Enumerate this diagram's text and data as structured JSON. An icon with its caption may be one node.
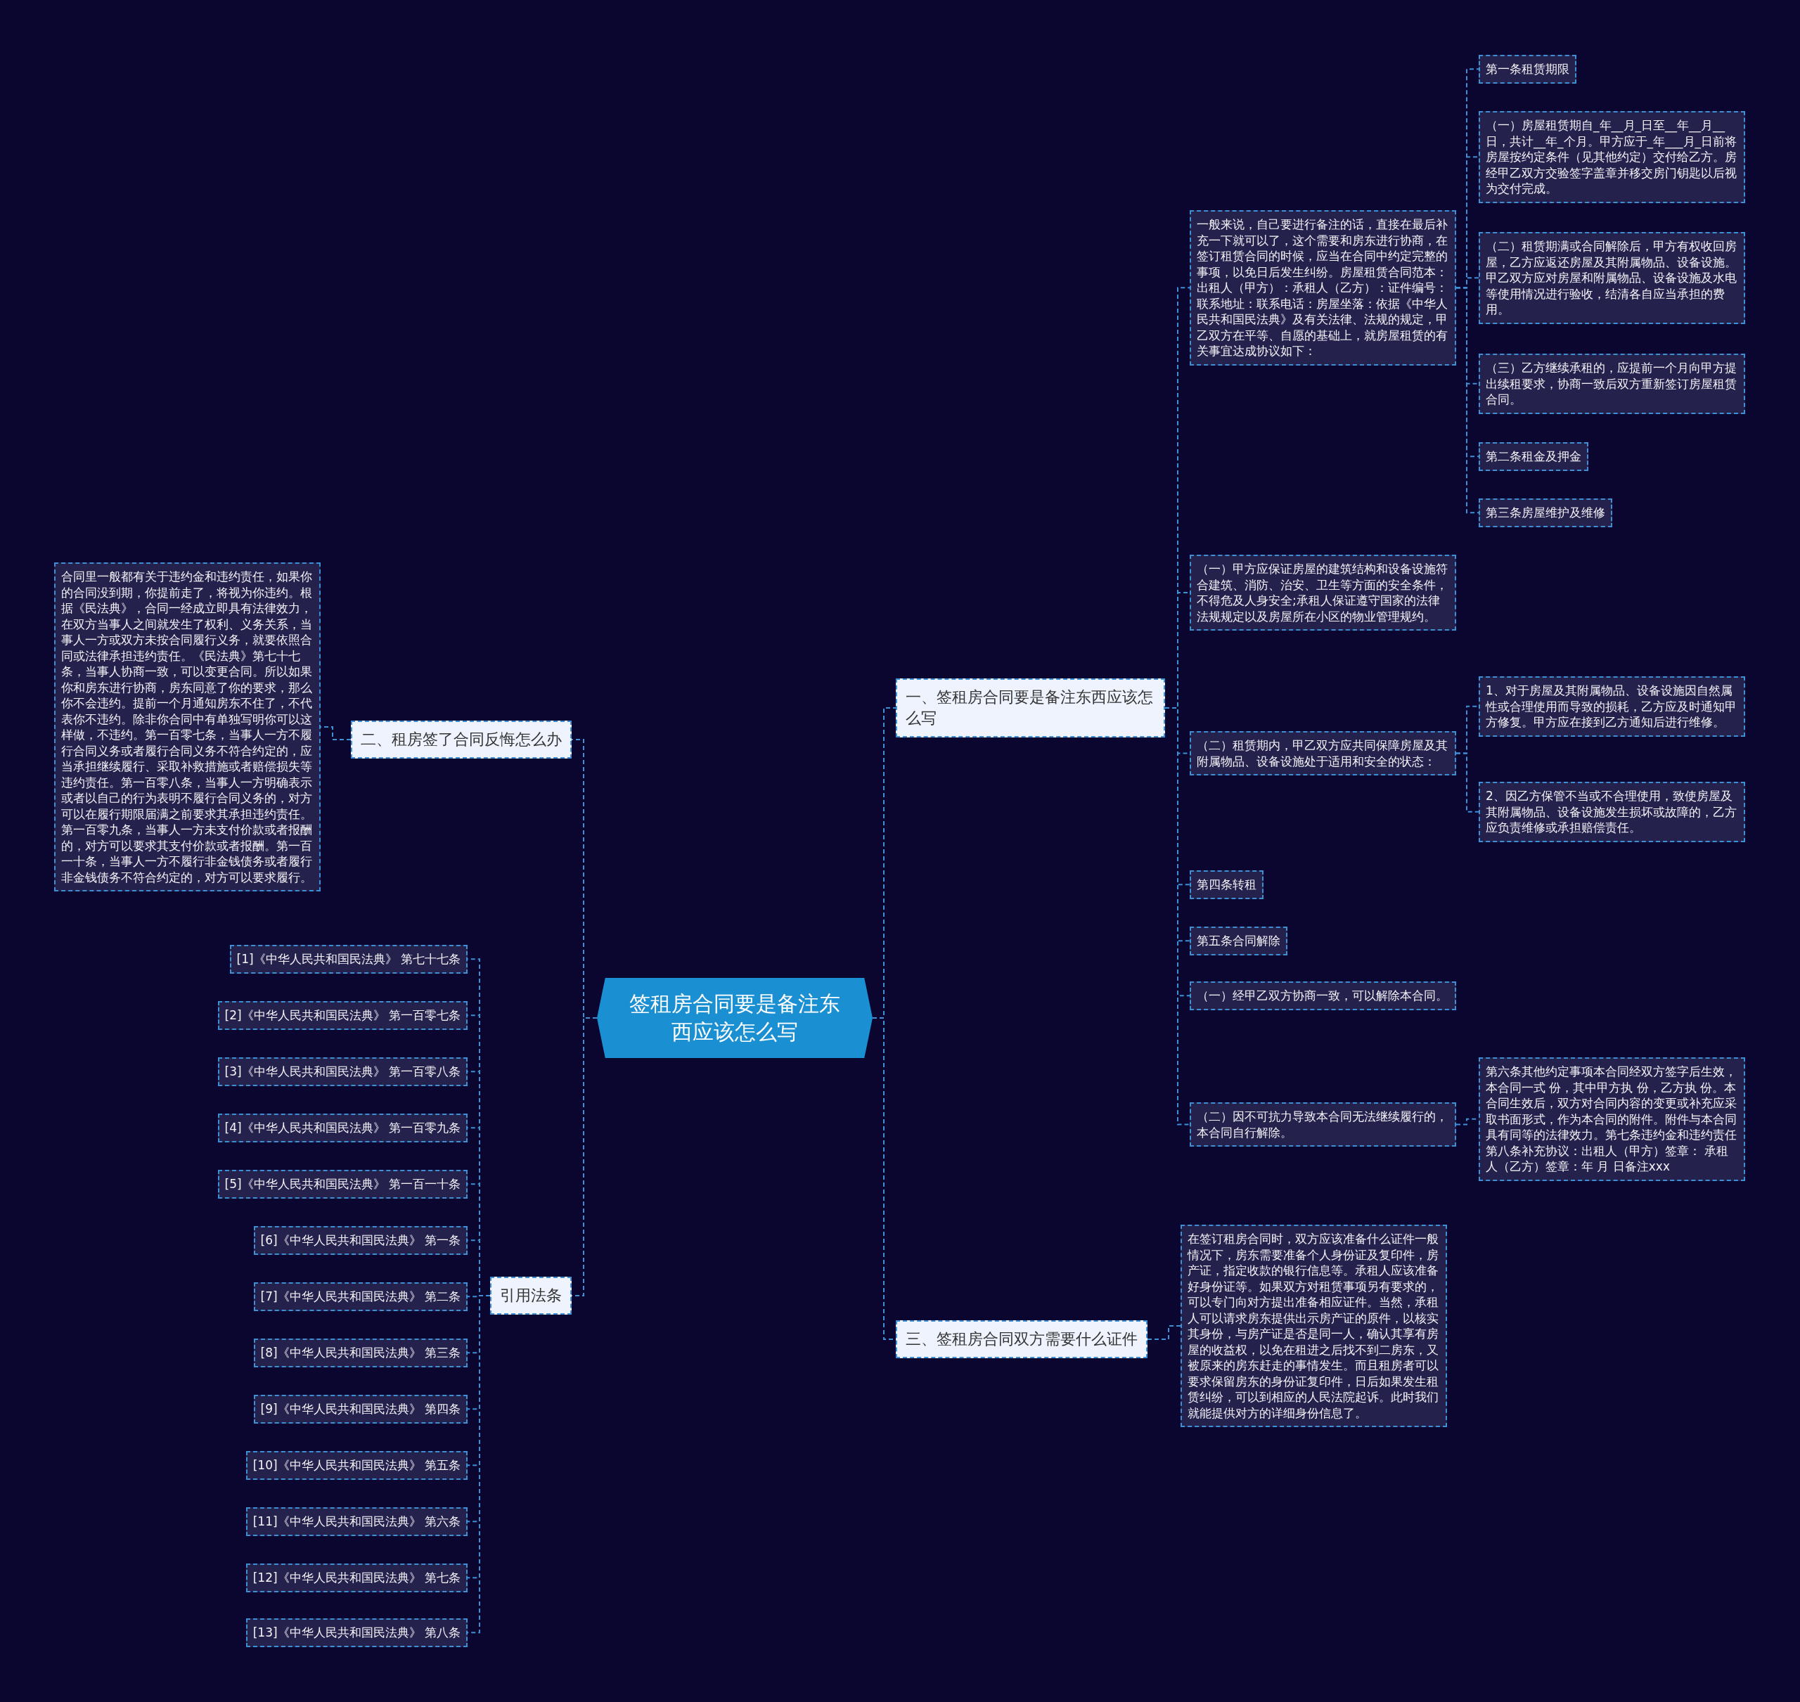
{
  "diagram": {
    "nodes": [
      {
        "text": [
          "签租房合同要是备注东西应该怎么写"
        ]
      },
      {
        "text": [
          "一、签租房合同要是备注东西应该怎么写"
        ]
      },
      {
        "text": [
          "一般来说，自己要进行备注的话，直接在最后补充一下就可以了，这个需要和房东进行协商，在签订租赁合同的时候，应当在合同中约定完整的事项，以免日后发生纠纷。房屋租赁合同范本：出租人（甲方）：承租人（乙方）：证件编号：联系地址：联系电话：房屋坐落：依据《中华人民共和国民法典》及有关法律、法规的规定，甲乙双方在平等、自愿的基础上，就房屋租赁的有关事宜达成协议如下："
        ]
      },
      {
        "text": [
          "第一条租赁期限"
        ]
      },
      {
        "text": [
          "（一）房屋租赁期自_年__月_日至__年__月__日，共计__年_个月。甲方应于_年___月_日前将房屋按约定条件（见其他约定）交付给乙方。房经甲乙双方交验签字盖章并移交房门钥匙以后视为交付完成。"
        ]
      },
      {
        "text": [
          "（二）租赁期满或合同解除后，甲方有权收回房屋，乙方应返还房屋及其附属物品、设备设施。甲乙双方应对房屋和附属物品、设备设施及水电等使用情况进行验收，结清各自应当承担的费用。"
        ]
      },
      {
        "text": [
          "（三）乙方继续承租的，应提前一个月向甲方提出续租要求，协商一致后双方重新签订房屋租赁合同。"
        ]
      },
      {
        "text": [
          "第二条租金及押金"
        ]
      },
      {
        "text": [
          "第三条房屋维护及维修"
        ]
      },
      {
        "text": [
          "（一）甲方应保证房屋的建筑结构和设备设施符合建筑、消防、治安、卫生等方面的安全条件，不得危及人身安全;承租人保证遵守国家的法律法规规定以及房屋所在小区的物业管理规约。"
        ]
      },
      {
        "text": [
          "（二）租赁期内，甲乙双方应共同保障房屋及其附属物品、设备设施处于适用和安全的状态："
        ]
      },
      {
        "text": [
          "1、对于房屋及其附属物品、设备设施因自然属性或合理使用而导致的损耗，乙方应及时通知甲方修复。甲方应在接到乙方通知后进行维修。"
        ]
      },
      {
        "text": [
          "2、因乙方保管不当或不合理使用，致使房屋及其附属物品、设备设施发生损坏或故障的，乙方应负责维修或承担赔偿责任。"
        ]
      },
      {
        "text": [
          "第四条转租"
        ]
      },
      {
        "text": [
          "第五条合同解除"
        ]
      },
      {
        "text": [
          "（一）经甲乙双方协商一致，可以解除本合同。"
        ]
      },
      {
        "text": [
          "（二）因不可抗力导致本合同无法继续履行的，本合同自行解除。"
        ]
      },
      {
        "text": [
          "第六条其他约定事项本合同经双方签字后生效，本合同一式 份，其中甲方执 份，乙方执 份。本合同生效后，双方对合同内容的变更或补充应采取书面形式，作为本合同的附件。附件与本合同具有同等的法律效力。第七条违约金和违约责任第八条补充协议：出租人（甲方）签章： 承租人（乙方）签章：年 月 日备注xxx"
        ]
      },
      {
        "text": [
          "三、签租房合同双方需要什么证件"
        ]
      },
      {
        "text": [
          "在签订租房合同时，双方应该准备什么证件一般情况下，房东需要准备个人身份证及复印件，房产证，指定收款的银行信息等。承租人应该准备好身份证等。如果双方对租赁事项另有要求的，可以专门向对方提出准备相应证件。当然，承租人可以请求房东提供出示房产证的原件，以核实其身份，与房产证是否是同一人，确认其享有房屋的收益权，以免在租进之后找不到二房东，又被原来的房东赶走的事情发生。而且租房者可以要求保留房东的身份证复印件，日后如果发生租赁纠纷，可以到相应的人民法院起诉。此时我们就能提供对方的详细身份信息了。"
        ]
      },
      {
        "text": [
          "二、租房签了合同反悔怎么办"
        ]
      },
      {
        "text": [
          "合同里一般都有关于违约金和违约责任，如果你的合同没到期，你提前走了，将视为你违约。根据《民法典》，合同一经成立即具有法律效力，在双方当事人之间就发生了权利、义务关系，当事人一方或双方未按合同履行义务，就要依照合同或法律承担违约责任。《民法典》第七十七条，当事人协商一致，可以变更合同。所以如果你和房东进行协商，房东同意了你的要求，那么你不会违约。提前一个月通知房东不住了，不代表你不违约。除非你合同中有单独写明你可以这样做，不违约。第一百零七条，当事人一方不履行合同义务或者履行合同义务不符合约定的，应当承担继续履行、采取补救措施或者赔偿损失等违约责任。第一百零八条，当事人一方明确表示或者以自己的行为表明不履行合同义务的，对方可以在履行期限届满之前要求其承担违约责任。第一百零九条，当事人一方未支付价款或者报酬的，对方可以要求其支付价款或者报酬。第一百一十条，当事人一方不履行非金钱债务或者履行非金钱债务不符合约定的，对方可以要求履行。"
        ]
      },
      {
        "text": [
          "引用法条"
        ]
      },
      {
        "text": [
          "[1]《中华人民共和国民法典》 第七十七条"
        ]
      },
      {
        "text": [
          "[2]《中华人民共和国民法典》 第一百零七条"
        ]
      },
      {
        "text": [
          "[3]《中华人民共和国民法典》 第一百零八条"
        ]
      },
      {
        "text": [
          "[4]《中华人民共和国民法典》 第一百零九条"
        ]
      },
      {
        "text": [
          "[5]《中华人民共和国民法典》 第一百一十条"
        ]
      },
      {
        "text": [
          "[6]《中华人民共和国民法典》 第一条"
        ]
      },
      {
        "text": [
          "[7]《中华人民共和国民法典》 第二条"
        ]
      },
      {
        "text": [
          "[8]《中华人民共和国民法典》 第三条"
        ]
      },
      {
        "text": [
          "[9]《中华人民共和国民法典》 第四条"
        ]
      },
      {
        "text": [
          "[10]《中华人民共和国民法典》 第五条"
        ]
      },
      {
        "text": [
          "[11]《中华人民共和国民法典》 第六条"
        ]
      },
      {
        "text": [
          "[12]《中华人民共和国民法典》 第七条"
        ]
      },
      {
        "text": [
          "[13]《中华人民共和国民法典》 第八条"
        ]
      }
    ],
    "edges": [
      {
        "from": 0,
        "to": 1,
        "arrow": "none"
      },
      {
        "from": 1,
        "to": 2,
        "arrow": "none"
      },
      {
        "from": 2,
        "to": 3,
        "arrow": "none"
      },
      {
        "from": 2,
        "to": 4,
        "arrow": "none"
      },
      {
        "from": 2,
        "to": 5,
        "arrow": "none"
      },
      {
        "from": 2,
        "to": 6,
        "arrow": "none"
      },
      {
        "from": 2,
        "to": 7,
        "arrow": "none"
      },
      {
        "from": 2,
        "to": 8,
        "arrow": "none"
      },
      {
        "from": 1,
        "to": 9,
        "arrow": "none"
      },
      {
        "from": 1,
        "to": 10,
        "arrow": "none"
      },
      {
        "from": 10,
        "to": 11,
        "arrow": "none"
      },
      {
        "from": 10,
        "to": 12,
        "arrow": "none"
      },
      {
        "from": 1,
        "to": 13,
        "arrow": "none"
      },
      {
        "from": 1,
        "to": 14,
        "arrow": "none"
      },
      {
        "from": 1,
        "to": 15,
        "arrow": "none"
      },
      {
        "from": 1,
        "to": 16,
        "arrow": "none"
      },
      {
        "from": 16,
        "to": 17,
        "arrow": "none"
      },
      {
        "from": 0,
        "to": 18,
        "arrow": "none"
      },
      {
        "from": 18,
        "to": 19,
        "arrow": "none"
      },
      {
        "from": 0,
        "to": 20,
        "arrow": "none"
      },
      {
        "from": 20,
        "to": 21,
        "arrow": "none"
      },
      {
        "from": 0,
        "to": 22,
        "arrow": "none"
      },
      {
        "from": 22,
        "to": 23,
        "arrow": "none"
      },
      {
        "from": 22,
        "to": 24,
        "arrow": "none"
      },
      {
        "from": 22,
        "to": 25,
        "arrow": "none"
      },
      {
        "from": 22,
        "to": 26,
        "arrow": "none"
      },
      {
        "from": 22,
        "to": 27,
        "arrow": "none"
      },
      {
        "from": 22,
        "to": 28,
        "arrow": "none"
      },
      {
        "from": 22,
        "to": 29,
        "arrow": "none"
      },
      {
        "from": 22,
        "to": 30,
        "arrow": "none"
      },
      {
        "from": 22,
        "to": 31,
        "arrow": "none"
      },
      {
        "from": 22,
        "to": 32,
        "arrow": "none"
      },
      {
        "from": 22,
        "to": 33,
        "arrow": "none"
      },
      {
        "from": 22,
        "to": 34,
        "arrow": "none"
      },
      {
        "from": 22,
        "to": 35,
        "arrow": "none"
      }
    ]
  }
}
